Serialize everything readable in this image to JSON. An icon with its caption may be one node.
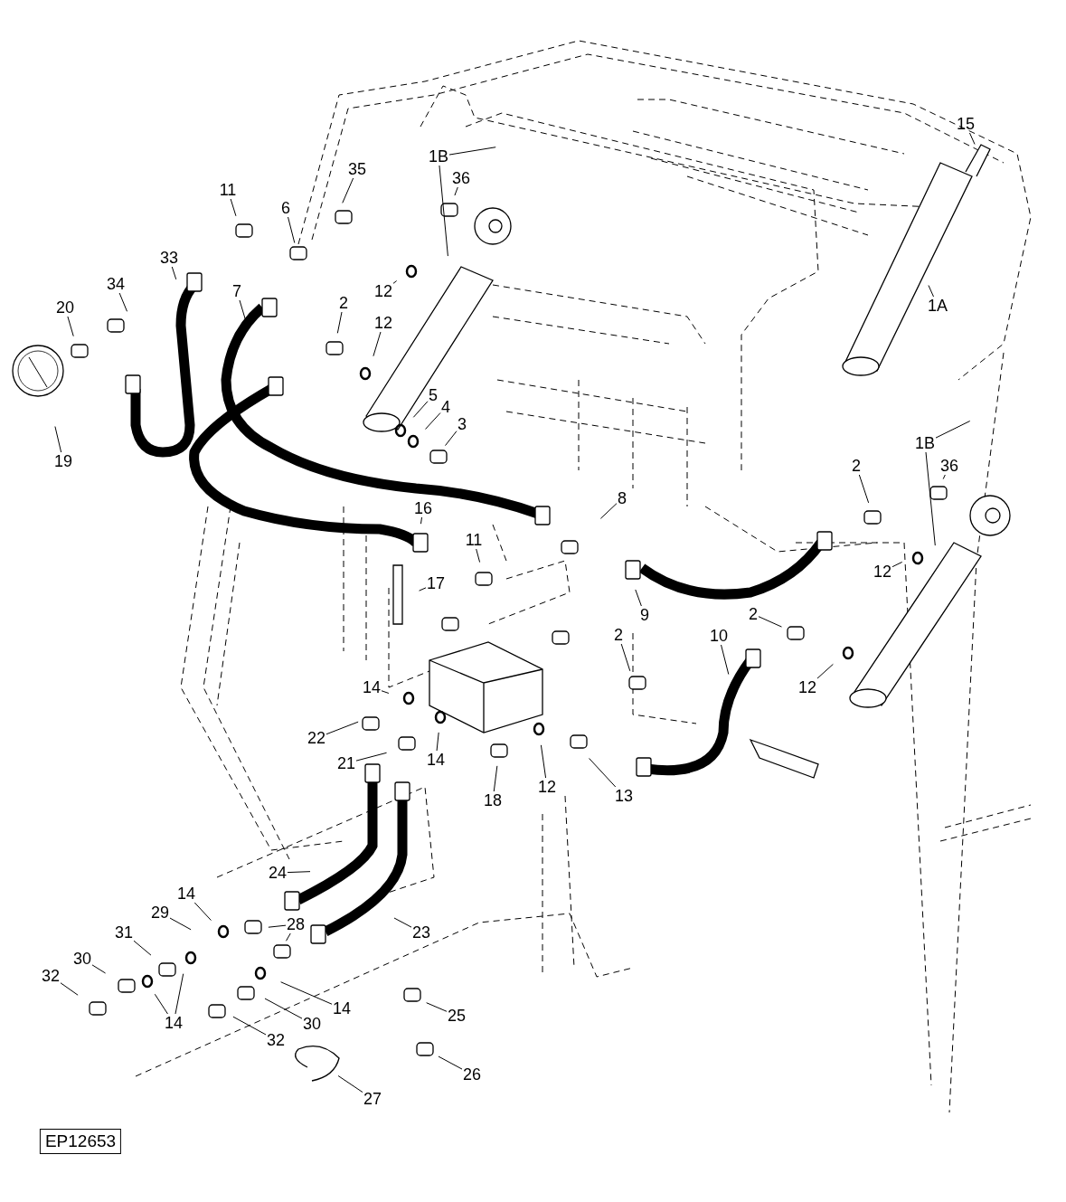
{
  "diagram": {
    "nodes": [
      {
        "text": [
          "1B"
        ]
      },
      {
        "text": [
          "36"
        ]
      },
      {
        "text": [
          "35"
        ]
      },
      {
        "text": [
          "6"
        ]
      },
      {
        "text": [
          "11"
        ]
      },
      {
        "text": [
          "33"
        ]
      },
      {
        "text": [
          "34"
        ]
      },
      {
        "text": [
          "20"
        ]
      },
      {
        "text": [
          "19"
        ]
      },
      {
        "text": [
          "7"
        ]
      },
      {
        "text": [
          "2"
        ]
      },
      {
        "text": [
          "12"
        ]
      },
      {
        "text": [
          "12"
        ]
      },
      {
        "text": [
          "5"
        ]
      },
      {
        "text": [
          "4"
        ]
      },
      {
        "text": [
          "3"
        ]
      },
      {
        "text": [
          "1A"
        ]
      },
      {
        "text": [
          "15"
        ]
      },
      {
        "text": [
          "1B"
        ]
      },
      {
        "text": [
          "36"
        ]
      },
      {
        "text": [
          "2"
        ]
      },
      {
        "text": [
          "12"
        ]
      },
      {
        "text": [
          "8"
        ]
      },
      {
        "text": [
          "16"
        ]
      },
      {
        "text": [
          "11"
        ]
      },
      {
        "text": [
          "17"
        ]
      },
      {
        "text": [
          "9"
        ]
      },
      {
        "text": [
          "2"
        ]
      },
      {
        "text": [
          "10"
        ]
      },
      {
        "text": [
          "2"
        ]
      },
      {
        "text": [
          "12"
        ]
      },
      {
        "text": [
          "14"
        ]
      },
      {
        "text": [
          "22"
        ]
      },
      {
        "text": [
          "21"
        ]
      },
      {
        "text": [
          "14"
        ]
      },
      {
        "text": [
          "18"
        ]
      },
      {
        "text": [
          "12"
        ]
      },
      {
        "text": [
          "13"
        ]
      },
      {
        "text": [
          "24"
        ]
      },
      {
        "text": [
          "23"
        ]
      },
      {
        "text": [
          "14"
        ]
      },
      {
        "text": [
          "29"
        ]
      },
      {
        "text": [
          "28"
        ]
      },
      {
        "text": [
          "31"
        ]
      },
      {
        "text": [
          "30"
        ]
      },
      {
        "text": [
          "32"
        ]
      },
      {
        "text": [
          "14"
        ]
      },
      {
        "text": [
          "30"
        ]
      },
      {
        "text": [
          "32"
        ]
      },
      {
        "text": [
          "14"
        ]
      },
      {
        "text": [
          "25"
        ]
      },
      {
        "text": [
          "26"
        ]
      },
      {
        "text": [
          "27"
        ]
      },
      {
        "text": [
          "EP12653"
        ]
      }
    ],
    "edges": [
      {
        "from": 0,
        "to": null,
        "arrow": "none"
      },
      {
        "from": 0,
        "to": null,
        "arrow": "none"
      },
      {
        "from": 1,
        "to": null,
        "arrow": "none"
      },
      {
        "from": 2,
        "to": null,
        "arrow": "none"
      },
      {
        "from": 3,
        "to": null,
        "arrow": "none"
      },
      {
        "from": 4,
        "to": null,
        "arrow": "none"
      },
      {
        "from": 5,
        "to": null,
        "arrow": "none"
      },
      {
        "from": 6,
        "to": null,
        "arrow": "none"
      },
      {
        "from": 7,
        "to": null,
        "arrow": "none"
      },
      {
        "from": 8,
        "to": null,
        "arrow": "none"
      },
      {
        "from": 9,
        "to": null,
        "arrow": "none"
      },
      {
        "from": 10,
        "to": null,
        "arrow": "none"
      },
      {
        "from": 11,
        "to": null,
        "arrow": "none"
      },
      {
        "from": 12,
        "to": null,
        "arrow": "none"
      },
      {
        "from": 13,
        "to": null,
        "arrow": "none"
      },
      {
        "from": 14,
        "to": null,
        "arrow": "none"
      },
      {
        "from": 15,
        "to": null,
        "arrow": "none"
      },
      {
        "from": 16,
        "to": null,
        "arrow": "none"
      },
      {
        "from": 17,
        "to": null,
        "arrow": "none"
      },
      {
        "from": 18,
        "to": null,
        "arrow": "none"
      },
      {
        "from": 18,
        "to": null,
        "arrow": "none"
      },
      {
        "from": 19,
        "to": null,
        "arrow": "none"
      },
      {
        "from": 20,
        "to": null,
        "arrow": "none"
      },
      {
        "from": 21,
        "to": null,
        "arrow": "none"
      },
      {
        "from": 22,
        "to": null,
        "arrow": "none"
      },
      {
        "from": 23,
        "to": null,
        "arrow": "none"
      },
      {
        "from": 24,
        "to": null,
        "arrow": "none"
      },
      {
        "from": 25,
        "to": null,
        "arrow": "none"
      },
      {
        "from": 26,
        "to": null,
        "arrow": "none"
      },
      {
        "from": 27,
        "to": null,
        "arrow": "none"
      },
      {
        "from": 28,
        "to": null,
        "arrow": "none"
      },
      {
        "from": 29,
        "to": null,
        "arrow": "none"
      },
      {
        "from": 30,
        "to": null,
        "arrow": "none"
      },
      {
        "from": 31,
        "to": null,
        "arrow": "none"
      },
      {
        "from": 32,
        "to": null,
        "arrow": "none"
      },
      {
        "from": 33,
        "to": null,
        "arrow": "none"
      },
      {
        "from": 34,
        "to": null,
        "arrow": "none"
      },
      {
        "from": 35,
        "to": null,
        "arrow": "none"
      },
      {
        "from": 36,
        "to": null,
        "arrow": "none"
      },
      {
        "from": 37,
        "to": null,
        "arrow": "none"
      },
      {
        "from": 38,
        "to": null,
        "arrow": "none"
      },
      {
        "from": 39,
        "to": null,
        "arrow": "none"
      },
      {
        "from": 40,
        "to": null,
        "arrow": "none"
      },
      {
        "from": 41,
        "to": null,
        "arrow": "none"
      },
      {
        "from": 42,
        "to": null,
        "arrow": "none"
      },
      {
        "from": 42,
        "to": null,
        "arrow": "none"
      },
      {
        "from": 43,
        "to": null,
        "arrow": "none"
      },
      {
        "from": 44,
        "to": null,
        "arrow": "none"
      },
      {
        "from": 45,
        "to": null,
        "arrow": "none"
      },
      {
        "from": 46,
        "to": null,
        "arrow": "none"
      },
      {
        "from": 46,
        "to": null,
        "arrow": "none"
      },
      {
        "from": 47,
        "to": null,
        "arrow": "none"
      },
      {
        "from": 48,
        "to": null,
        "arrow": "none"
      },
      {
        "from": 49,
        "to": null,
        "arrow": "none"
      },
      {
        "from": 50,
        "to": null,
        "arrow": "none"
      },
      {
        "from": 51,
        "to": null,
        "arrow": "none"
      },
      {
        "from": 52,
        "to": null,
        "arrow": "none"
      }
    ]
  }
}
